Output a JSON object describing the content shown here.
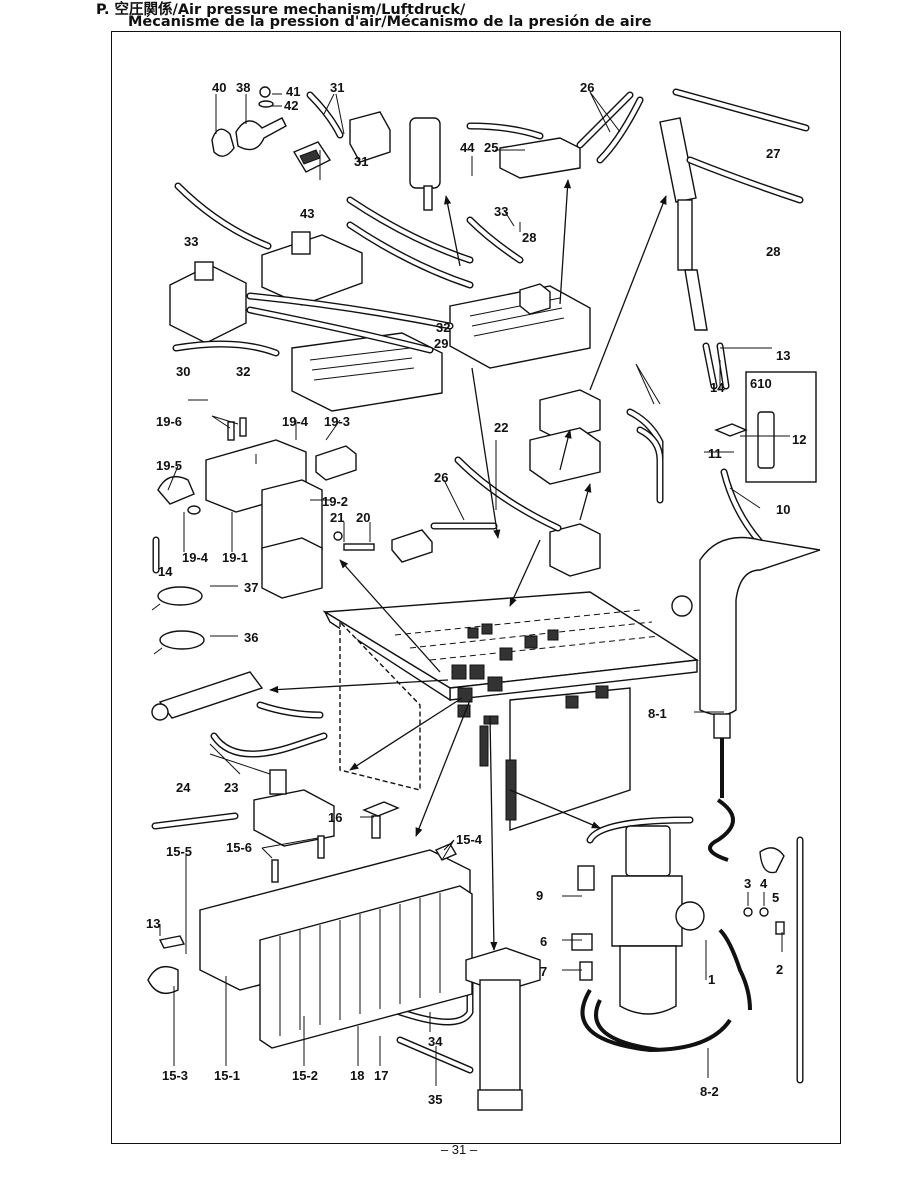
{
  "header": {
    "line1": "P. 空圧関係/Air pressure mechanism/Luftdruck/",
    "line2": "Mécanisme de la pression d'air/Mécanismo de la presión de aire"
  },
  "inset_label": "610",
  "part_labels": [
    "40",
    "38",
    "41",
    "42",
    "31",
    "43",
    "33",
    "31",
    "26",
    "44",
    "25",
    "33",
    "28",
    "27",
    "28",
    "32",
    "29",
    "30",
    "32",
    "22",
    "13",
    "14",
    "12",
    "11",
    "10",
    "19-6",
    "19-4",
    "19-3",
    "19-5",
    "19-2",
    "21",
    "20",
    "19-4",
    "19-1",
    "14",
    "26",
    "37",
    "36",
    "8-1",
    "24",
    "23",
    "16",
    "15-4",
    "15-5",
    "15-6",
    "13",
    "9",
    "6",
    "7",
    "3",
    "4",
    "5",
    "2",
    "1",
    "15-3",
    "15-1",
    "15-2",
    "18",
    "17",
    "34",
    "35",
    "8-2"
  ],
  "page_number": "– 31 –"
}
